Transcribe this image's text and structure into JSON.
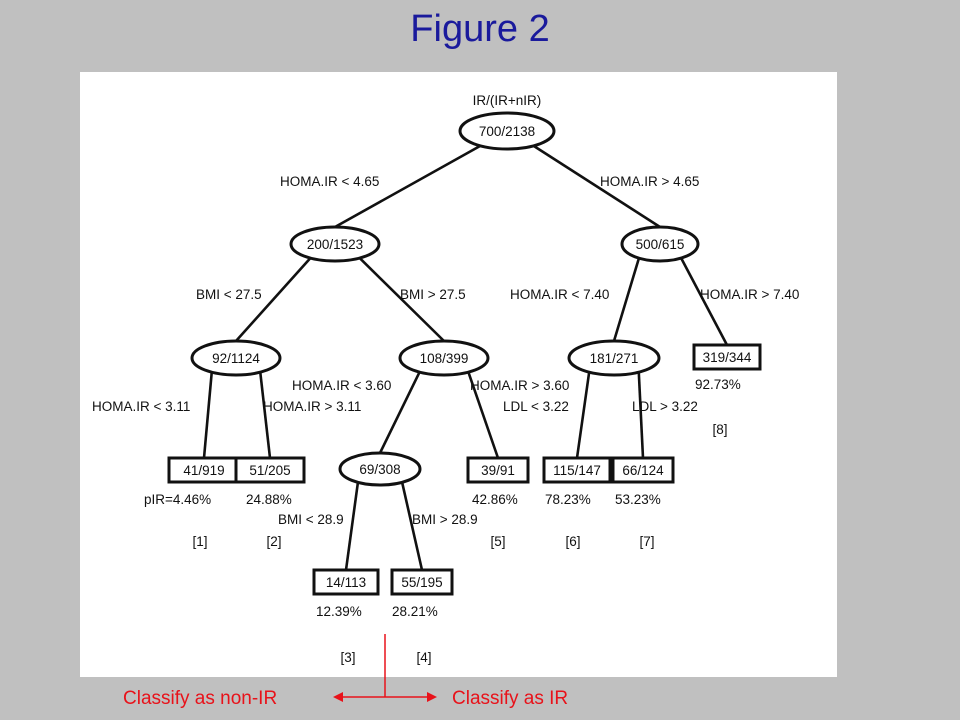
{
  "title": "Figure 2",
  "footer": {
    "left_label": "Classify as non-IR",
    "right_label": "Classify as IR",
    "accent_color": "#e8121a"
  },
  "tree": {
    "root_header": "IR/(IR+nIR)",
    "nodes": [
      {
        "id": "n0",
        "shape": "ellipse",
        "text": "700/2138"
      },
      {
        "id": "n1",
        "shape": "ellipse",
        "text": "200/1523"
      },
      {
        "id": "n2",
        "shape": "ellipse",
        "text": "500/615"
      },
      {
        "id": "n3",
        "shape": "ellipse",
        "text": "92/1124"
      },
      {
        "id": "n4",
        "shape": "ellipse",
        "text": "108/399"
      },
      {
        "id": "n5",
        "shape": "ellipse",
        "text": "181/271"
      },
      {
        "id": "n6",
        "shape": "box",
        "text": "319/344",
        "pct": "92.73%",
        "leaf": "[8]"
      },
      {
        "id": "n7",
        "shape": "box",
        "text": "41/919",
        "pct": "pIR=4.46%",
        "leaf": "[1]"
      },
      {
        "id": "n8",
        "shape": "box",
        "text": "51/205",
        "pct": "24.88%",
        "leaf": "[2]"
      },
      {
        "id": "n9",
        "shape": "ellipse",
        "text": "69/308"
      },
      {
        "id": "n10",
        "shape": "box",
        "text": "39/91",
        "pct": "42.86%",
        "leaf": "[5]"
      },
      {
        "id": "n11",
        "shape": "box",
        "text": "115/147",
        "pct": "78.23%",
        "leaf": "[6]"
      },
      {
        "id": "n12",
        "shape": "box",
        "text": "66/124",
        "pct": "53.23%",
        "leaf": "[7]"
      },
      {
        "id": "n13",
        "shape": "box",
        "text": "14/113",
        "pct": "12.39%",
        "leaf": "[3]"
      },
      {
        "id": "n14",
        "shape": "box",
        "text": "55/195",
        "pct": "28.21%",
        "leaf": "[4]"
      }
    ],
    "edges": [
      {
        "from": "n0",
        "to": "n1",
        "label": "HOMA.IR < 4.65"
      },
      {
        "from": "n0",
        "to": "n2",
        "label": "HOMA.IR > 4.65"
      },
      {
        "from": "n1",
        "to": "n3",
        "label": "BMI < 27.5"
      },
      {
        "from": "n1",
        "to": "n4",
        "label": "BMI > 27.5"
      },
      {
        "from": "n2",
        "to": "n5",
        "label": "HOMA.IR < 7.40"
      },
      {
        "from": "n2",
        "to": "n6",
        "label": "HOMA.IR > 7.40"
      },
      {
        "from": "n3",
        "to": "n7",
        "label": "HOMA.IR < 3.11"
      },
      {
        "from": "n3",
        "to": "n8",
        "label": "HOMA.IR > 3.11"
      },
      {
        "from": "n4",
        "to": "n9",
        "label": "HOMA.IR < 3.60"
      },
      {
        "from": "n4",
        "to": "n10",
        "label": "HOMA.IR > 3.60"
      },
      {
        "from": "n5",
        "to": "n11",
        "label": "LDL < 3.22"
      },
      {
        "from": "n5",
        "to": "n12",
        "label": "LDL > 3.22"
      },
      {
        "from": "n9",
        "to": "n13",
        "label": "BMI < 28.9"
      },
      {
        "from": "n9",
        "to": "n14",
        "label": "BMI > 28.9"
      }
    ]
  }
}
